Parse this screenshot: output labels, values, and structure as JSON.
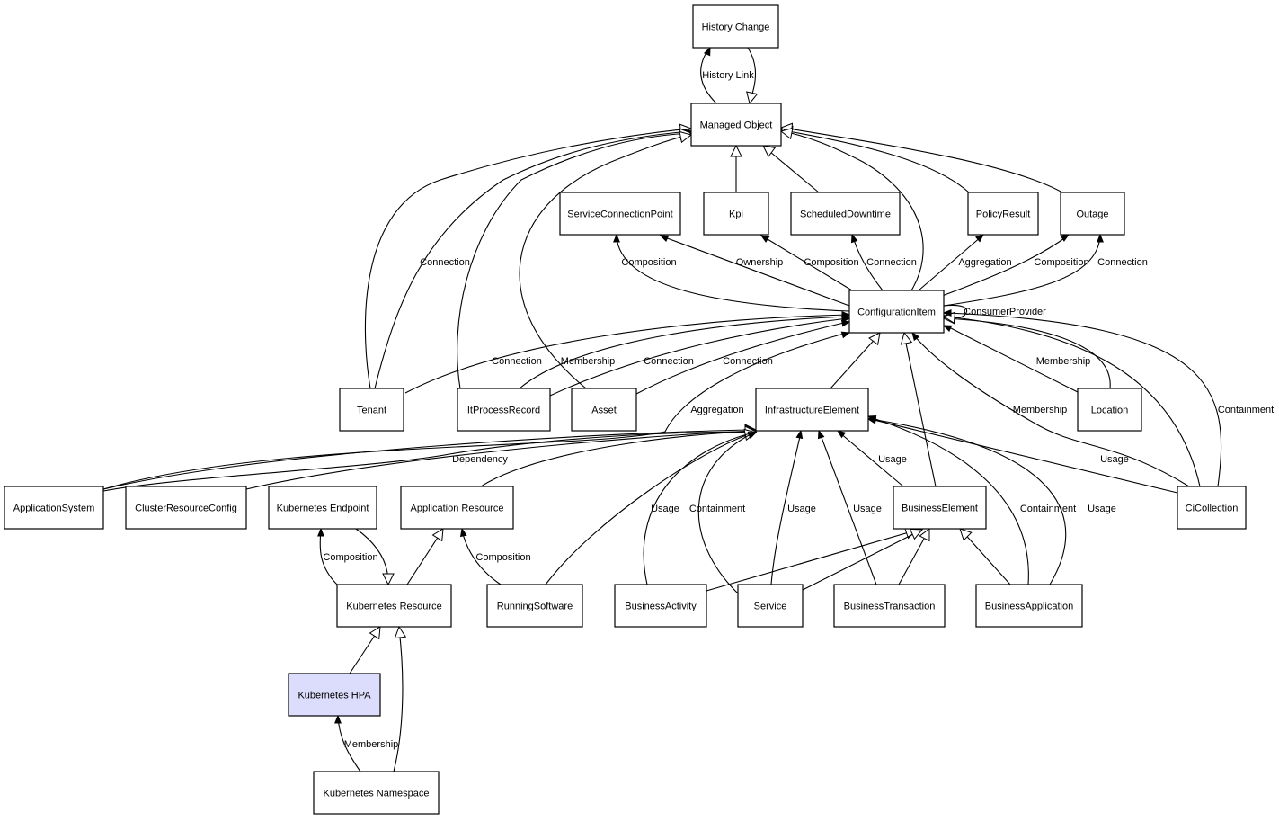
{
  "diagram": {
    "nodes": [
      {
        "id": "history_change",
        "label": "History Change",
        "highlight": false
      },
      {
        "id": "managed_object",
        "label": "Managed Object",
        "highlight": false
      },
      {
        "id": "service_connection_point",
        "label": "ServiceConnectionPoint",
        "highlight": false
      },
      {
        "id": "kpi",
        "label": "Kpi",
        "highlight": false
      },
      {
        "id": "scheduled_downtime",
        "label": "ScheduledDowntime",
        "highlight": false
      },
      {
        "id": "policy_result",
        "label": "PolicyResult",
        "highlight": false
      },
      {
        "id": "outage",
        "label": "Outage",
        "highlight": false
      },
      {
        "id": "configuration_item",
        "label": "ConfigurationItem",
        "highlight": false
      },
      {
        "id": "tenant",
        "label": "Tenant",
        "highlight": false
      },
      {
        "id": "it_process_record",
        "label": "ItProcessRecord",
        "highlight": false
      },
      {
        "id": "asset",
        "label": "Asset",
        "highlight": false
      },
      {
        "id": "infrastructure_element",
        "label": "InfrastructureElement",
        "highlight": false
      },
      {
        "id": "location",
        "label": "Location",
        "highlight": false
      },
      {
        "id": "application_system",
        "label": "ApplicationSystem",
        "highlight": false
      },
      {
        "id": "cluster_resource_config",
        "label": "ClusterResourceConfig",
        "highlight": false
      },
      {
        "id": "kubernetes_endpoint",
        "label": "Kubernetes Endpoint",
        "highlight": false
      },
      {
        "id": "application_resource",
        "label": "Application Resource",
        "highlight": false
      },
      {
        "id": "business_element",
        "label": "BusinessElement",
        "highlight": false
      },
      {
        "id": "ci_collection",
        "label": "CiCollection",
        "highlight": false
      },
      {
        "id": "kubernetes_resource",
        "label": "Kubernetes Resource",
        "highlight": false
      },
      {
        "id": "running_software",
        "label": "RunningSoftware",
        "highlight": false
      },
      {
        "id": "business_activity",
        "label": "BusinessActivity",
        "highlight": false
      },
      {
        "id": "service",
        "label": "Service",
        "highlight": false
      },
      {
        "id": "business_transaction",
        "label": "BusinessTransaction",
        "highlight": false
      },
      {
        "id": "business_application",
        "label": "BusinessApplication",
        "highlight": false
      },
      {
        "id": "kubernetes_hpa",
        "label": "Kubernetes HPA",
        "highlight": true
      },
      {
        "id": "kubernetes_namespace",
        "label": "Kubernetes Namespace",
        "highlight": false
      }
    ],
    "edges": [
      {
        "id": "e1",
        "from": "managed_object",
        "to": "history_change",
        "label": "History Link",
        "kind": "association"
      },
      {
        "id": "e2",
        "from": "history_change",
        "to": "managed_object",
        "label": "",
        "kind": "inheritance"
      },
      {
        "id": "e3",
        "from": "kpi",
        "to": "managed_object",
        "label": "",
        "kind": "inheritance"
      },
      {
        "id": "e4",
        "from": "scheduled_downtime",
        "to": "managed_object",
        "label": "",
        "kind": "inheritance"
      },
      {
        "id": "e5",
        "from": "policy_result",
        "to": "managed_object",
        "label": "",
        "kind": "inheritance"
      },
      {
        "id": "e6",
        "from": "outage",
        "to": "managed_object",
        "label": "",
        "kind": "inheritance"
      },
      {
        "id": "e7",
        "from": "configuration_item",
        "to": "managed_object",
        "label": "",
        "kind": "inheritance"
      },
      {
        "id": "e8",
        "from": "tenant",
        "to": "managed_object",
        "label": "",
        "kind": "inheritance"
      },
      {
        "id": "e9",
        "from": "tenant",
        "to": "managed_object",
        "label": "Connection",
        "kind": "association"
      },
      {
        "id": "e10",
        "from": "it_process_record",
        "to": "managed_object",
        "label": "",
        "kind": "inheritance"
      },
      {
        "id": "e11",
        "from": "asset",
        "to": "managed_object",
        "label": "",
        "kind": "inheritance"
      },
      {
        "id": "e12",
        "from": "configuration_item",
        "to": "service_connection_point",
        "label": "Composition",
        "kind": "association"
      },
      {
        "id": "e13",
        "from": "configuration_item",
        "to": "service_connection_point",
        "label": "Ownership",
        "kind": "association"
      },
      {
        "id": "e14",
        "from": "configuration_item",
        "to": "kpi",
        "label": "Composition",
        "kind": "association"
      },
      {
        "id": "e15",
        "from": "configuration_item",
        "to": "scheduled_downtime",
        "label": "Connection",
        "kind": "association"
      },
      {
        "id": "e16",
        "from": "configuration_item",
        "to": "policy_result",
        "label": "Aggregation",
        "kind": "association"
      },
      {
        "id": "e17",
        "from": "configuration_item",
        "to": "outage",
        "label": "Composition",
        "kind": "association"
      },
      {
        "id": "e18",
        "from": "configuration_item",
        "to": "outage",
        "label": "Connection",
        "kind": "association"
      },
      {
        "id": "e19",
        "from": "configuration_item",
        "to": "configuration_item",
        "label": "ConsumerProvider",
        "kind": "association"
      },
      {
        "id": "e20",
        "from": "tenant",
        "to": "configuration_item",
        "label": "Connection",
        "kind": "association"
      },
      {
        "id": "e21",
        "from": "it_process_record",
        "to": "configuration_item",
        "label": "Membership",
        "kind": "association"
      },
      {
        "id": "e22",
        "from": "it_process_record",
        "to": "configuration_item",
        "label": "Connection",
        "kind": "association"
      },
      {
        "id": "e23",
        "from": "asset",
        "to": "configuration_item",
        "label": "Connection",
        "kind": "association"
      },
      {
        "id": "e24",
        "from": "application_system",
        "to": "configuration_item",
        "label": "Aggregation",
        "kind": "association"
      },
      {
        "id": "e25",
        "from": "infrastructure_element",
        "to": "configuration_item",
        "label": "",
        "kind": "inheritance"
      },
      {
        "id": "e26",
        "from": "business_element",
        "to": "configuration_item",
        "label": "",
        "kind": "inheritance"
      },
      {
        "id": "e27",
        "from": "location",
        "to": "configuration_item",
        "label": "",
        "kind": "inheritance"
      },
      {
        "id": "e28",
        "from": "location",
        "to": "configuration_item",
        "label": "Membership",
        "kind": "association"
      },
      {
        "id": "e29",
        "from": "ci_collection",
        "to": "configuration_item",
        "label": "Membership",
        "kind": "association"
      },
      {
        "id": "e30",
        "from": "ci_collection",
        "to": "configuration_item",
        "label": "",
        "kind": "inheritance"
      },
      {
        "id": "e31",
        "from": "ci_collection",
        "to": "configuration_item",
        "label": "Containment",
        "kind": "association"
      },
      {
        "id": "e32",
        "from": "application_system",
        "to": "infrastructure_element",
        "label": "",
        "kind": "inheritance"
      },
      {
        "id": "e33",
        "from": "application_system",
        "to": "infrastructure_element",
        "label": "Dependency",
        "kind": "association"
      },
      {
        "id": "e34",
        "from": "cluster_resource_config",
        "to": "infrastructure_element",
        "label": "",
        "kind": "inheritance"
      },
      {
        "id": "e35",
        "from": "application_resource",
        "to": "infrastructure_element",
        "label": "",
        "kind": "inheritance"
      },
      {
        "id": "e36",
        "from": "running_software",
        "to": "infrastructure_element",
        "label": "",
        "kind": "inheritance"
      },
      {
        "id": "e37",
        "from": "business_activity",
        "to": "infrastructure_element",
        "label": "Usage",
        "kind": "association"
      },
      {
        "id": "e38",
        "from": "service",
        "to": "infrastructure_element",
        "label": "Containment",
        "kind": "association"
      },
      {
        "id": "e39",
        "from": "service",
        "to": "infrastructure_element",
        "label": "Usage",
        "kind": "association"
      },
      {
        "id": "e40",
        "from": "business_transaction",
        "to": "infrastructure_element",
        "label": "Usage",
        "kind": "association"
      },
      {
        "id": "e41",
        "from": "business_element",
        "to": "infrastructure_element",
        "label": "Usage",
        "kind": "association"
      },
      {
        "id": "e42",
        "from": "business_application",
        "to": "infrastructure_element",
        "label": "Containment",
        "kind": "association"
      },
      {
        "id": "e43",
        "from": "business_application",
        "to": "infrastructure_element",
        "label": "Usage",
        "kind": "association"
      },
      {
        "id": "e44",
        "from": "ci_collection",
        "to": "infrastructure_element",
        "label": "Usage",
        "kind": "association"
      },
      {
        "id": "e45",
        "from": "kubernetes_resource",
        "to": "kubernetes_endpoint",
        "label": "Composition",
        "kind": "association"
      },
      {
        "id": "e46",
        "from": "kubernetes_endpoint",
        "to": "kubernetes_resource",
        "label": "",
        "kind": "inheritance"
      },
      {
        "id": "e47",
        "from": "kubernetes_resource",
        "to": "application_resource",
        "label": "",
        "kind": "inheritance"
      },
      {
        "id": "e48",
        "from": "running_software",
        "to": "application_resource",
        "label": "Composition",
        "kind": "association"
      },
      {
        "id": "e49",
        "from": "business_activity",
        "to": "business_element",
        "label": "",
        "kind": "inheritance"
      },
      {
        "id": "e50",
        "from": "service",
        "to": "business_element",
        "label": "",
        "kind": "inheritance"
      },
      {
        "id": "e51",
        "from": "business_transaction",
        "to": "business_element",
        "label": "",
        "kind": "inheritance"
      },
      {
        "id": "e52",
        "from": "business_application",
        "to": "business_element",
        "label": "",
        "kind": "inheritance"
      },
      {
        "id": "e53",
        "from": "kubernetes_hpa",
        "to": "kubernetes_resource",
        "label": "",
        "kind": "inheritance"
      },
      {
        "id": "e54",
        "from": "kubernetes_namespace",
        "to": "kubernetes_resource",
        "label": "",
        "kind": "inheritance"
      },
      {
        "id": "e55",
        "from": "kubernetes_namespace",
        "to": "kubernetes_hpa",
        "label": "Membership",
        "kind": "association"
      }
    ]
  }
}
